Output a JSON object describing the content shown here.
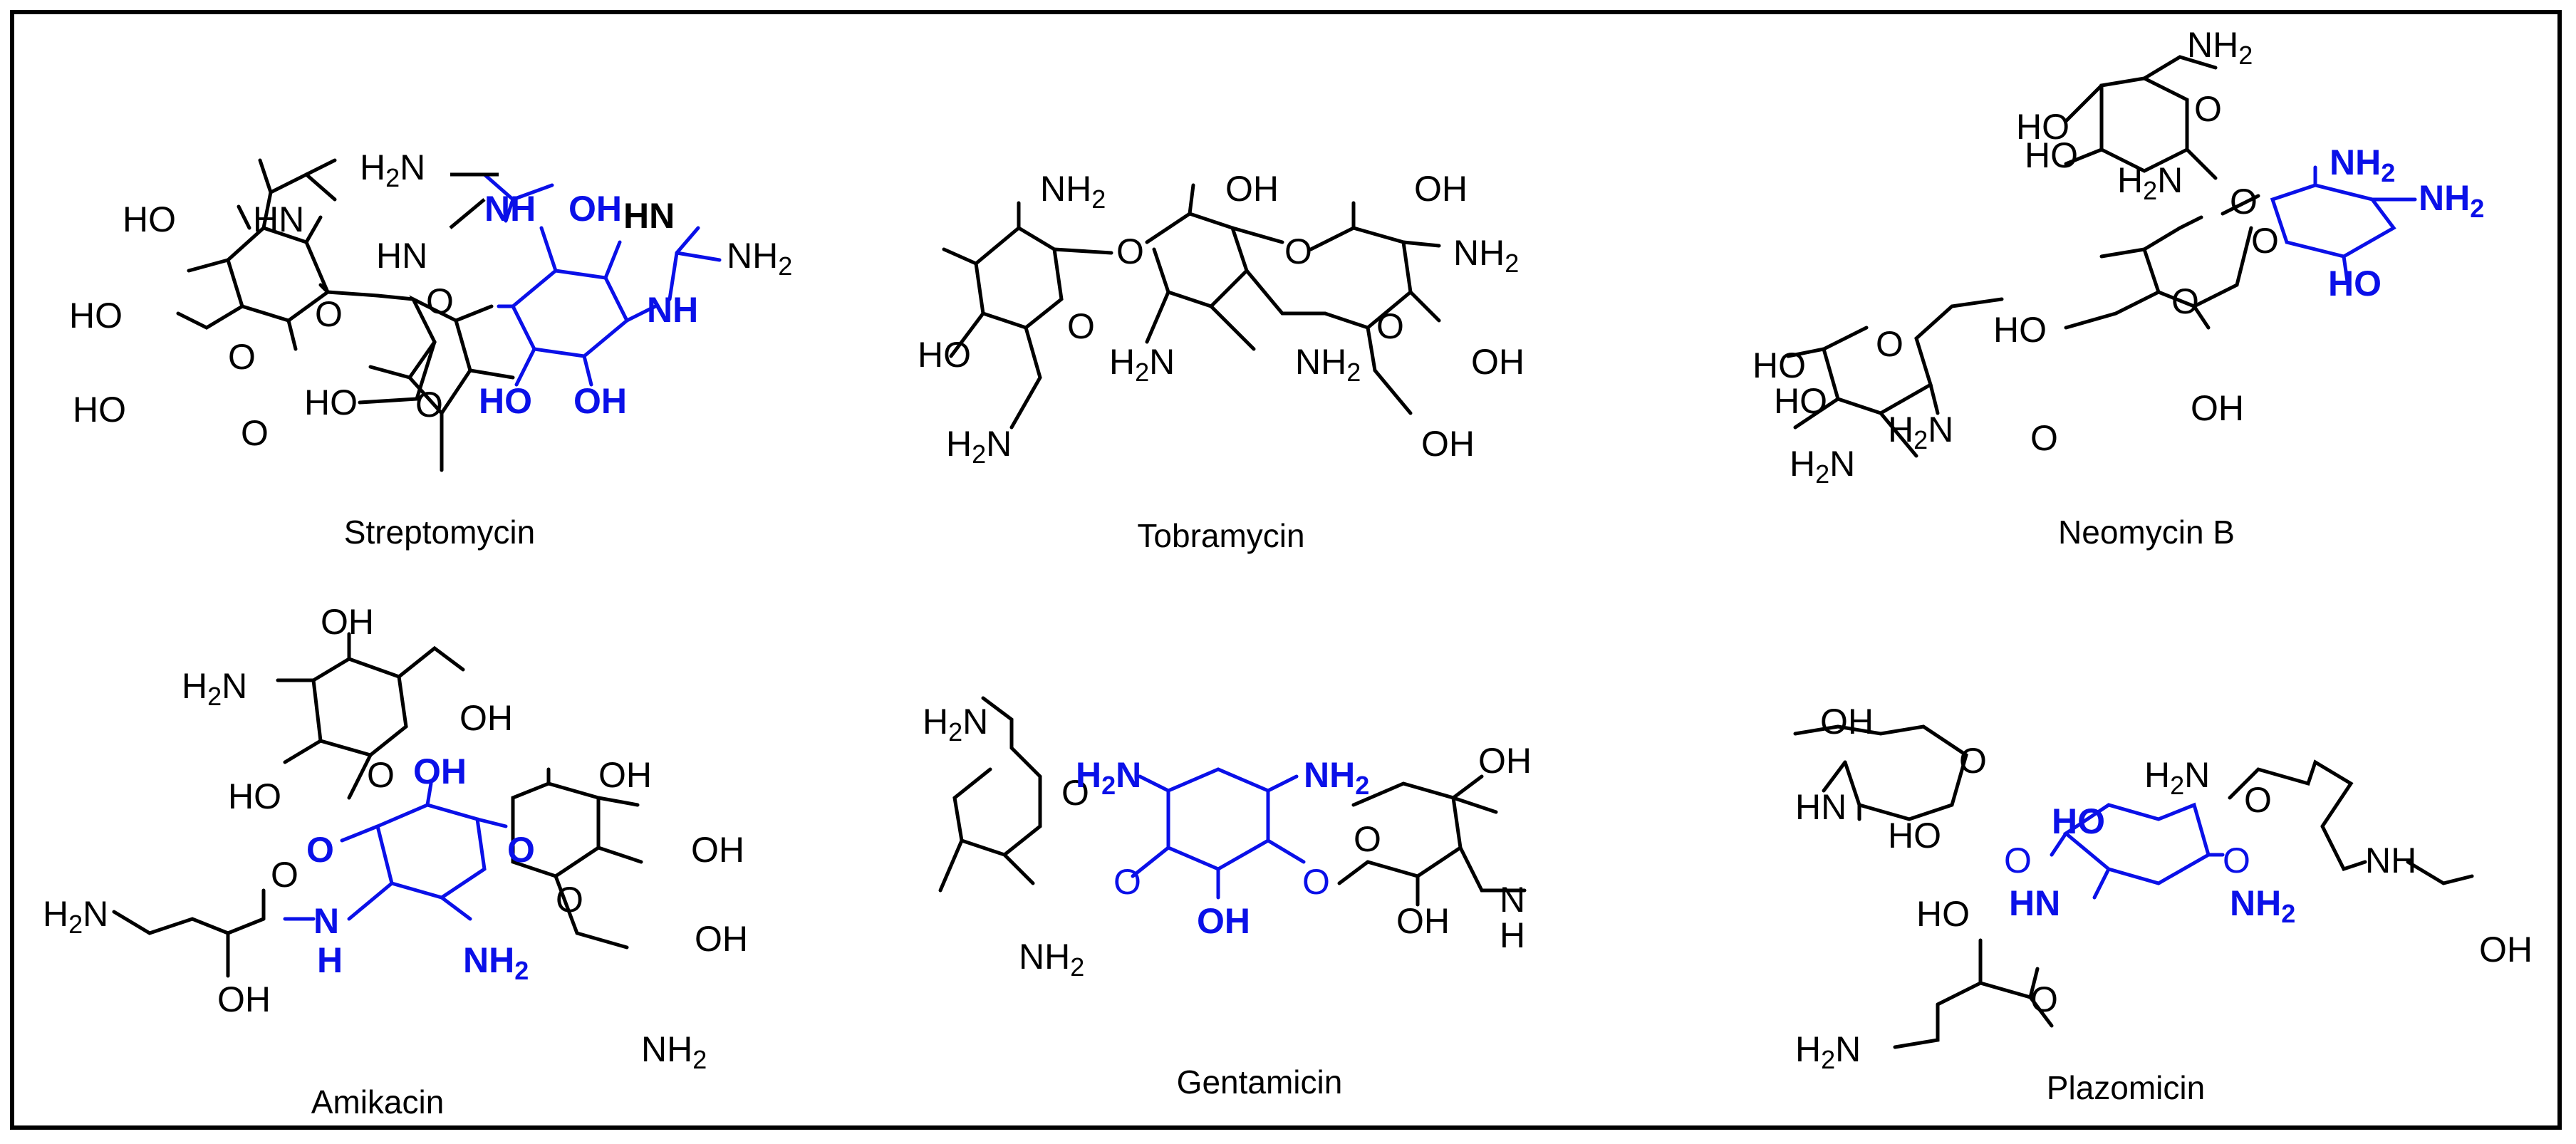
{
  "colors": {
    "frame": "#000000",
    "bond": "#000000",
    "highlight_core": "#0a10e8"
  },
  "molecules": [
    {
      "name": "Streptomycin",
      "labels": {
        "me_nh": "HN",
        "me_ho1": "HO",
        "me_ho2": "HO",
        "me_ho3": "HO",
        "me_ring_o": "O",
        "me_glyco_o": "O",
        "me_cho_o": "O",
        "me_ho4": "HO",
        "me_ring2_o": "O",
        "me_link_o": "O",
        "me_h2n": "H",
        "me_h2n_n": "N",
        "me_h2n_sub": "2",
        "me_hn": "HN",
        "me_nh_core": "NH",
        "me_oh1": "OH",
        "me_nh2_top": "NH",
        "me_nh2_top_sub": "2",
        "me_hn_bold": "HN",
        "me_nh_core2": "NH",
        "me_ho_core": "HO",
        "me_oh_core": "OH"
      }
    },
    {
      "name": "Tobramycin",
      "labels": {
        "nh2_top": "NH",
        "nh2_top_sub": "2",
        "oh_top": "OH",
        "oh_top_right": "OH",
        "o_link1": "O",
        "o_link2": "O",
        "o_ring1": "O",
        "o_ring2": "O",
        "ho_left": "HO",
        "h2n_core": "H",
        "h2n_core_n": "N",
        "h2n_core_sub": "2",
        "nh2_core": "NH",
        "nh2_core_sub": "2",
        "nh2_right": "NH",
        "nh2_right_sub": "2",
        "oh_right": "OH",
        "h2n_bottom": "H",
        "h2n_bottom_n": "N",
        "h2n_bottom_sub": "2",
        "oh_bottom": "OH"
      }
    },
    {
      "name": "Neomycin B",
      "labels": {
        "nh2_top": "NH",
        "nh2_top_sub": "2",
        "ho1": "HO",
        "ho2": "HO",
        "h2n_ring": "H",
        "h2n_ring_n": "N",
        "h2n_ring_sub": "2",
        "o_ring_top": "O",
        "o_link_top": "O",
        "nh2_core": "NH",
        "nh2_core_sub": "2",
        "nh2_core2": "NH",
        "nh2_core2_sub": "2",
        "o_link_core": "O",
        "ho_core": "HO",
        "ho_ribose": "HO",
        "o_ribose": "O",
        "oh_ribose": "OH",
        "o_link_ribose": "O",
        "ho3": "HO",
        "ho4": "HO",
        "o_ring_left": "O",
        "h2n_left": "H",
        "h2n_left_n": "N",
        "h2n_left_sub": "2",
        "h2n_left2": "H",
        "h2n_left2_n": "N",
        "h2n_left2_sub": "2"
      }
    },
    {
      "name": "Amikacin",
      "labels": {
        "oh_top": "OH",
        "h2n_top": "H",
        "h2n_top_n": "N",
        "h2n_top_sub": "2",
        "oh_ch2": "OH",
        "ho_ring": "HO",
        "o_ring_top": "O",
        "o_link1": "O",
        "oh_core": "OH",
        "o_link2": "O",
        "oh_right_top": "OH",
        "oh_right": "OH",
        "o_ring_right": "O",
        "oh_right2": "OH",
        "h2n_chain": "H",
        "h2n_chain_n": "N",
        "h2n_chain_sub": "2",
        "o_amide": "O",
        "n_amide": "N",
        "h_amide": "H",
        "nh2_core": "NH",
        "nh2_core_sub": "2",
        "oh_chain": "OH",
        "nh2_bottom": "NH",
        "nh2_bottom_sub": "2"
      }
    },
    {
      "name": "Gentamicin",
      "labels": {
        "h2n_top": "H",
        "h2n_top_n": "N",
        "h2n_top_sub": "2",
        "o_ring_left": "O",
        "h2n_core": "H",
        "h2n_core_n": "N",
        "h2n_core_sub": "2",
        "nh2_core": "NH",
        "nh2_core_sub": "2",
        "oh_right_top": "OH",
        "o_ring_right": "O",
        "o_link1": "O",
        "o_link2": "O",
        "nh2_bottom": "NH",
        "nh2_bottom_sub": "2",
        "oh_core": "OH",
        "oh_right": "OH",
        "n_right": "N",
        "h_right": "H"
      }
    },
    {
      "name": "Plazomicin",
      "labels": {
        "oh_top": "OH",
        "o_ring_top": "O",
        "hn_left": "HN",
        "ho_ring": "HO",
        "o_link1": "O",
        "ho_core": "HO",
        "h2n_right": "H",
        "h2n_right_n": "N",
        "h2n_right_sub": "2",
        "o_ring_right": "O",
        "o_link2": "O",
        "nh_chain": "NH",
        "hn_core": "HN",
        "nh2_core": "NH",
        "nh2_core_sub": "2",
        "oh_end": "OH",
        "ho_chain": "HO",
        "o_amide": "O",
        "h2n_chain": "H",
        "h2n_chain_n": "N",
        "h2n_chain_sub": "2"
      }
    }
  ]
}
